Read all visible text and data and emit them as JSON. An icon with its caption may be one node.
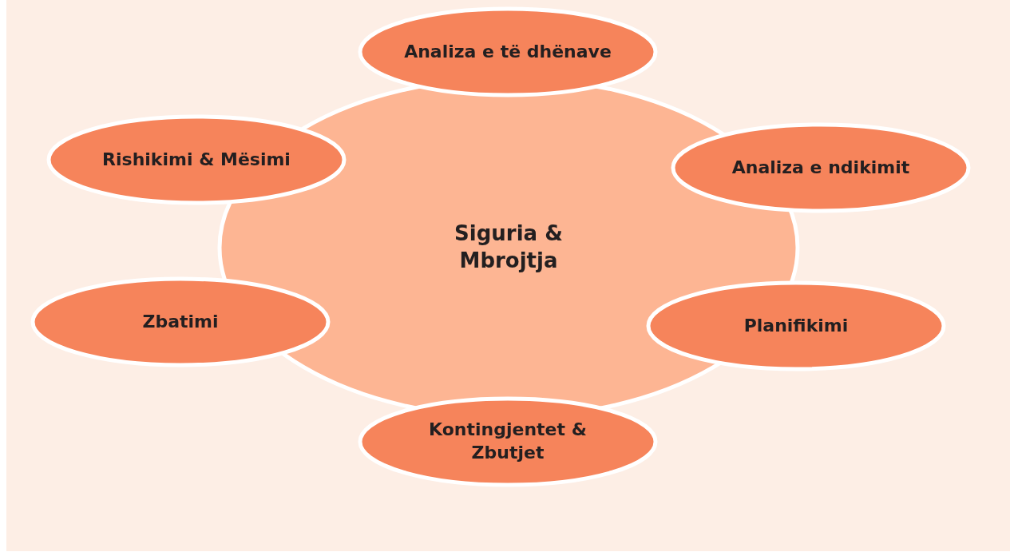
{
  "diagram": {
    "nodes": [
      {
        "text": [
          "Siguria & Mbrojtja"
        ]
      },
      {
        "text": [
          "Analiza e të dhënave"
        ]
      },
      {
        "text": [
          "Analiza e ndikimit"
        ]
      },
      {
        "text": [
          "Planifikimi"
        ]
      },
      {
        "text": [
          "Kontingjentet & Zbutjet"
        ]
      },
      {
        "text": [
          "Zbatimi"
        ]
      },
      {
        "text": [
          "Rishikimi & Mësimi"
        ]
      }
    ],
    "edges": []
  }
}
